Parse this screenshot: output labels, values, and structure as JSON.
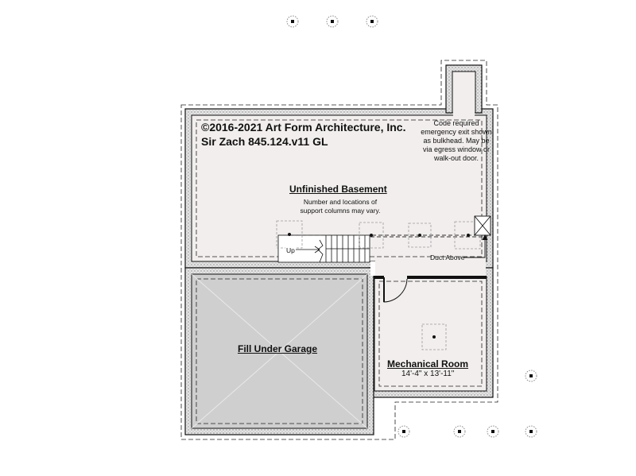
{
  "copyright": {
    "line1": "©2016-2021 Art Form Architecture, Inc.",
    "line2": "Sir Zach 845.124.v11 GL"
  },
  "code_note": {
    "line1": "Code required",
    "line2": "emergency exit shown",
    "line3": "as bulkhead. May be",
    "line4": "via  egress window or",
    "line5": "walk-out door."
  },
  "rooms": {
    "basement": {
      "title": "Unfinished Basement",
      "note_line1": "Number and locations of",
      "note_line2": "support columns may vary."
    },
    "garage": {
      "title": "Fill Under Garage"
    },
    "mechanical": {
      "title": "Mechanical Room",
      "dimensions": "14'-4\" x 13'-11\""
    }
  },
  "labels": {
    "duct": "Duct Above",
    "stairs": "Up"
  },
  "colors": {
    "floor": "#f1eeed",
    "garage_fill": "#cfcfcf",
    "wall_hatch": "#d8d8d8",
    "line": "#111111"
  }
}
